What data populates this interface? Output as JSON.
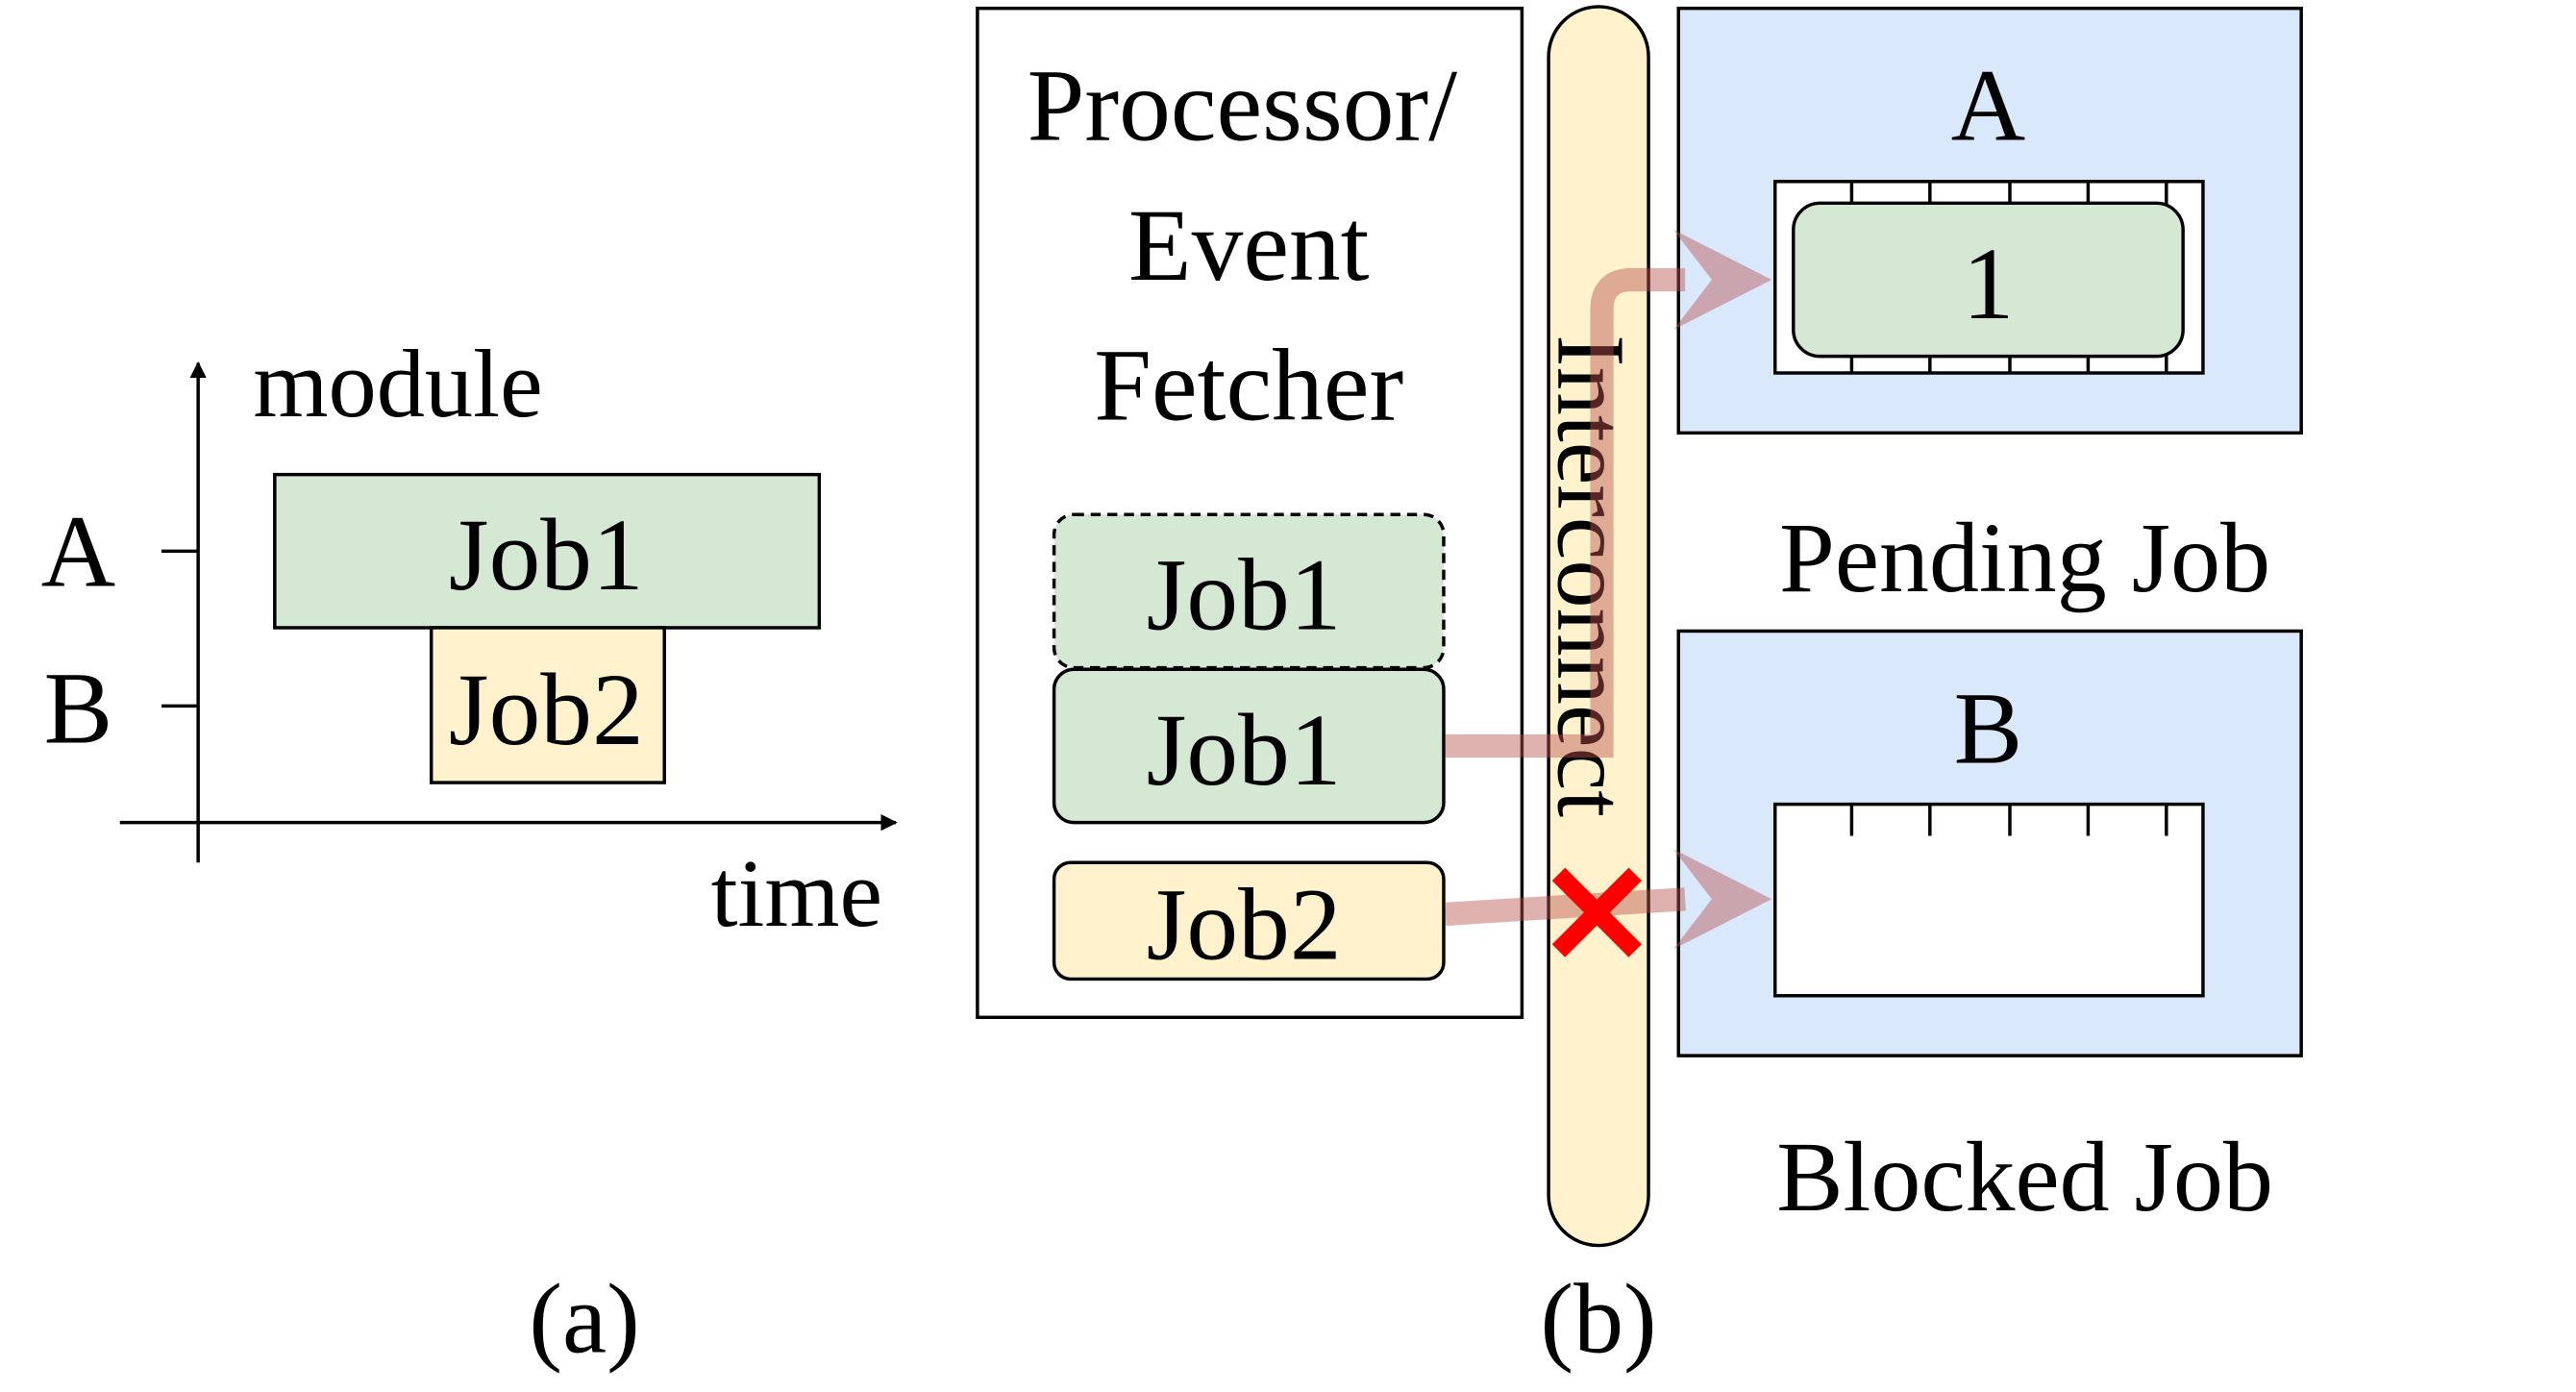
{
  "panel_a": {
    "y_axis_label": "module",
    "x_axis_label": "time",
    "rows": [
      "A",
      "B"
    ],
    "jobs": [
      {
        "label": "Job1",
        "module": "A",
        "color": "#d5e8d4"
      },
      {
        "label": "Job2",
        "module": "B",
        "color": "#fff2cc"
      }
    ],
    "caption": "(a)"
  },
  "panel_b": {
    "processor": {
      "title_line1": "Processor/",
      "title_line2": "Event",
      "title_line3": "Fetcher",
      "jobs": [
        {
          "label": "Job1",
          "style": "dashed",
          "color": "#d5e8d4"
        },
        {
          "label": "Job1",
          "style": "solid",
          "color": "#d5e8d4"
        },
        {
          "label": "Job2",
          "style": "solid",
          "color": "#fff2cc"
        }
      ]
    },
    "interconnect_label": "Interconnect",
    "module_a": {
      "name": "A",
      "queue_item": "1",
      "status": "Pending Job"
    },
    "module_b": {
      "name": "B",
      "status": "Blocked Job"
    },
    "caption": "(b)"
  },
  "colors": {
    "job_green": "#d5e8d4",
    "job_yellow": "#fff2cc",
    "module_blue": "#dae8fc",
    "arrow_red": "#b85450",
    "blocked_x": "#ff0000",
    "interconnect_fill": "#fff2cc"
  }
}
